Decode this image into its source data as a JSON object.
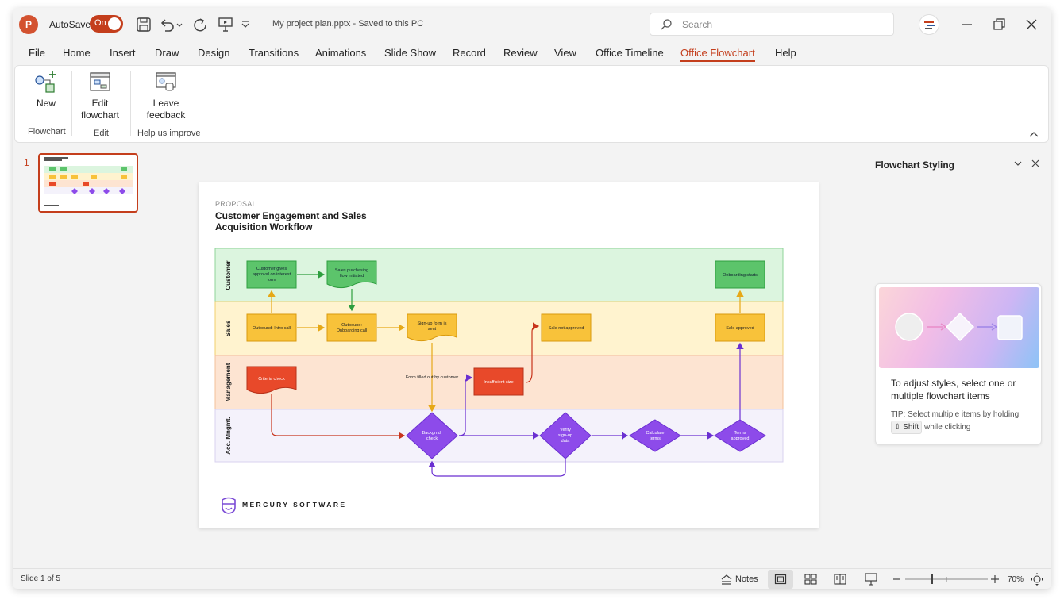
{
  "titlebar": {
    "autosave_label": "AutoSave",
    "autosave_state": "On",
    "document_title": "My project plan.pptx - Saved to this PC",
    "search_placeholder": "Search"
  },
  "menu": {
    "tabs": [
      "File",
      "Home",
      "Insert",
      "Draw",
      "Design",
      "Transitions",
      "Animations",
      "Slide Show",
      "Record",
      "Review",
      "View",
      "Office Timeline",
      "Office Flowchart",
      "Help"
    ],
    "active": "Office Flowchart"
  },
  "ribbon": {
    "new_label": "New",
    "flowchart_group": "Flowchart",
    "edit_label": "Edit\nflowchart",
    "edit_group": "Edit",
    "feedback_label": "Leave\nfeedback",
    "improve_group": "Help us improve"
  },
  "thumbnails": {
    "slide_number": "1"
  },
  "slide": {
    "kicker": "PROPOSAL",
    "title": "Customer Engagement and Sales\nAcquisition Workflow",
    "brand": "MERCURY SOFTWARE",
    "lanes": [
      "Customer",
      "Sales",
      "Management",
      "Acc. Mngmt."
    ],
    "nodes": {
      "customer_approval": "Customer gives approval on interest form",
      "sales_flow": "Sales purchasing flow initiated",
      "onboarding_starts": "Onboarding starts",
      "intro_call": "Outbound: Intro call",
      "onboarding_call": "Outbound: Onboarding call",
      "signup_sent": "Sign-up form is sent",
      "sale_not_approved": "Sale not approved",
      "sale_approved": "Sale approved",
      "criteria_check": "Criteria check",
      "form_filled": "Form filled out by customer",
      "insufficient_size": "Insufficient size",
      "background_check": "Backgrnd. check",
      "verify_data": "Verify sign-up data",
      "calculate_terms": "Calculate terms",
      "terms_approved": "Terms approved"
    },
    "colors": {
      "customer_lane": "#dcf5df",
      "sales_lane": "#fff3cf",
      "management_lane": "#fde4d2",
      "acc_lane": "#f4f2fb",
      "green": "#5cc46b",
      "yellow": "#f8c23a",
      "red": "#e8492a",
      "purple": "#8d4bea",
      "accent": "#c43e1c"
    }
  },
  "sidepane": {
    "title": "Flowchart Styling",
    "message": "To adjust styles, select one or multiple flowchart items",
    "tip": "TIP: Select multiple items by holding",
    "key": "Shift",
    "tip_end": "while clicking"
  },
  "status": {
    "slide_info": "Slide 1 of 5",
    "notes": "Notes",
    "zoom": "70%"
  }
}
